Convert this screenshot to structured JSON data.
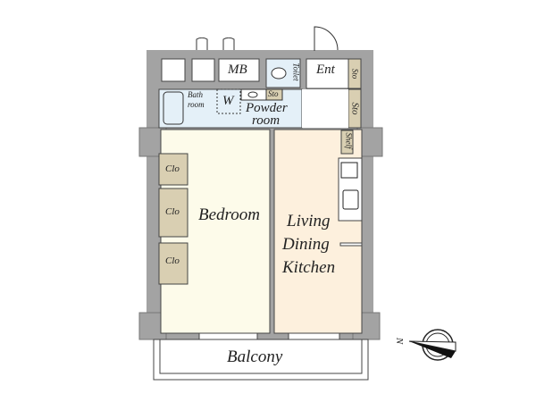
{
  "plan": {
    "rooms": {
      "bedroom": "Bedroom",
      "ldk_line1": "Living",
      "ldk_line2": "Dining",
      "ldk_line3": "Kitchen",
      "balcony": "Balcony",
      "closet1": "Clo",
      "closet2": "Clo",
      "closet3": "Clo",
      "mb": "MB",
      "toilet": "Toilet",
      "entrance": "Ent",
      "storage1": "Sto",
      "storage2": "Sto",
      "storage3": "Sto",
      "shelf": "Shelf",
      "bath_line1": "Bath",
      "bath_line2": "room",
      "washer": "W",
      "powder_line1": "Powder",
      "powder_line2": "room"
    },
    "compass": {
      "label": "N"
    },
    "colors": {
      "wall": "#a3a3a3",
      "bedroom": "#fdfbea",
      "ldk": "#fdf0dd",
      "wet": "#e4f0f8",
      "storage": "#d9cfb2"
    }
  }
}
